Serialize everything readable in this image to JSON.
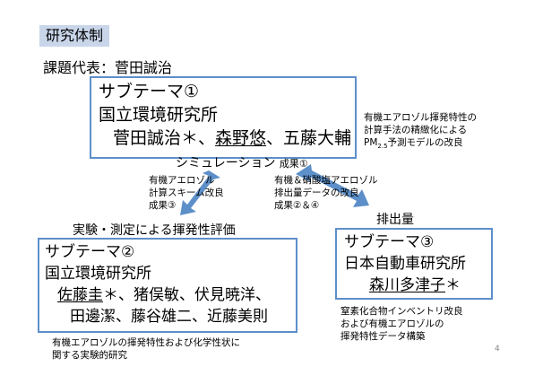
{
  "slide": {
    "title": "研究体制",
    "leader": "課題代表：菅田誠治",
    "page_number": "4"
  },
  "sub1": {
    "heading": "サブテーマ①",
    "institution": "国立環境研究所",
    "members": [
      "菅田誠治＊、",
      "森野悠",
      "、五藤大輔"
    ],
    "note_line1": "有機エアロゾル揮発特性の",
    "note_line2": "計算手法の精緻化による",
    "note_line3_pm": "PM",
    "note_line3_sub": "2.5",
    "note_line3_rest": "予測モデルの改良"
  },
  "sub2": {
    "heading": "サブテーマ②",
    "institution": "国立環境研究所",
    "members_line1_underlined": "佐藤圭",
    "members_line1_rest": "＊、猪俣敏、伏見暁洋、",
    "members_line2": "田邊潔、藤谷雄二、近藤美則",
    "note_line1": "有機エアロゾルの揮発特性および化学性状に",
    "note_line2": "関する実験的研究"
  },
  "sub3": {
    "heading": "サブテーマ③",
    "institution": "日本自動車研究所",
    "member_underlined": "森川多津子",
    "member_mark": "＊",
    "note_line1": "窒素化合物インベントリ改良",
    "note_line2": "および有機エアロゾルの",
    "note_line3": "揮発特性データ構築"
  },
  "labels": {
    "simulation": "シミュレーション",
    "result1": "成果①",
    "experiment": "実験・測定による揮発性評価",
    "emission": "排出量"
  },
  "flows": {
    "left_line1": "有機アエロゾル",
    "left_line2": "計算スキーム改良",
    "left_line3": "成果③",
    "right_line1": "有機＆硝酸塩アエロゾル",
    "right_line2": "排出量データの改良",
    "right_line3": "成果②＆④"
  },
  "colors": {
    "box_border": "#5d8fc9",
    "arrow_fill": "#5d8fc9",
    "title_bg": "#c9d6ea"
  }
}
